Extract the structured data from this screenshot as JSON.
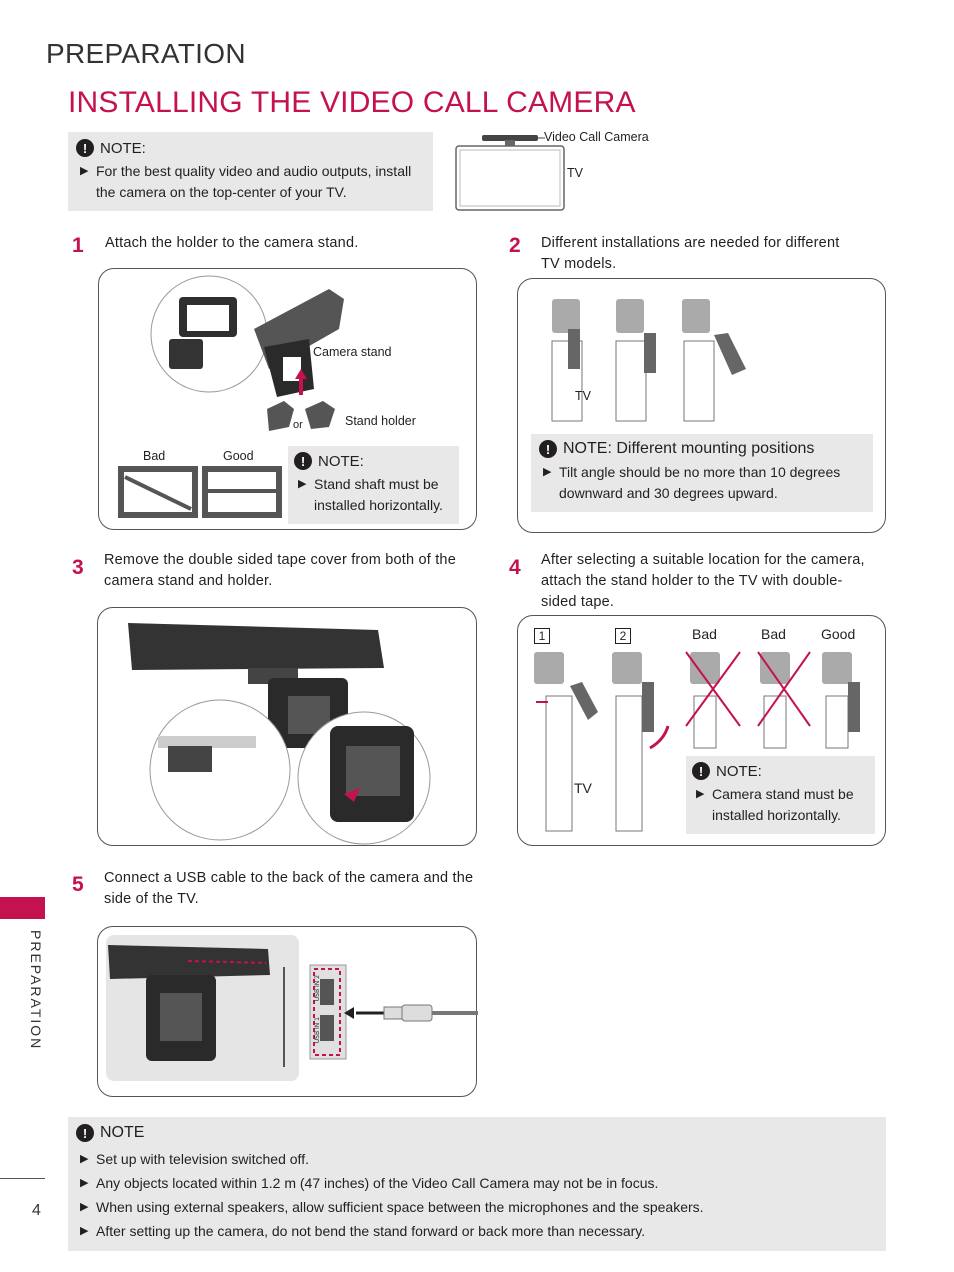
{
  "header": {
    "section": "PREPARATION",
    "title": "INSTALLING THE VIDEO CALL CAMERA"
  },
  "top_note": {
    "heading": "NOTE:",
    "bullets": [
      "For the best quality video and audio outputs, install the camera on the top-center of your TV."
    ]
  },
  "top_diagram": {
    "camera_label": "Video Call Camera",
    "tv_label": "TV"
  },
  "step1": {
    "number": "1",
    "text": "Attach the holder to the camera stand.",
    "labels": {
      "camera_stand": "Camera stand",
      "stand_holder": "Stand holder",
      "or": "or",
      "bad": "Bad",
      "good": "Good"
    },
    "note": {
      "heading": "NOTE:",
      "bullet": "Stand shaft must be installed horizontally."
    }
  },
  "step2": {
    "number": "2",
    "text": "Different installations are needed for different TV models.",
    "tv_label": "TV",
    "note": {
      "heading": "NOTE: Different mounting positions",
      "bullet": "Tilt angle should be no more than 10 degrees downward and 30 degrees upward."
    }
  },
  "step3": {
    "number": "3",
    "text": "Remove the double sided tape cover from both of the camera stand and holder."
  },
  "step4": {
    "number": "4",
    "text": "After selecting a suitable location for the camera, attach the stand holder to the TV with double-sided tape.",
    "sub1": "1",
    "sub2": "2",
    "labels": {
      "bad1": "Bad",
      "bad2": "Bad",
      "good": "Good",
      "tv": "TV"
    },
    "note": {
      "heading": "NOTE:",
      "bullet": "Camera stand must be installed horizontally."
    }
  },
  "step5": {
    "number": "5",
    "text": "Connect a USB cable to the back of the camera and the side of the TV.",
    "usb_in_2": "USB IN 2",
    "usb_in_1": "USB IN 1"
  },
  "bottom_note": {
    "heading": "NOTE",
    "bullets": [
      "Set up with television switched off.",
      "Any objects located within 1.2 m (47 inches) of the Video Call Camera may not be in focus.",
      "When using external speakers, allow sufficient space between the microphones and the speakers.",
      "After setting up the camera, do not bend the stand forward or back more than necessary."
    ]
  },
  "side_tab": {
    "label": "PREPARATION"
  },
  "page_number": "4",
  "colors": {
    "accent": "#c4114f",
    "note_bg": "#e8e8e8"
  }
}
